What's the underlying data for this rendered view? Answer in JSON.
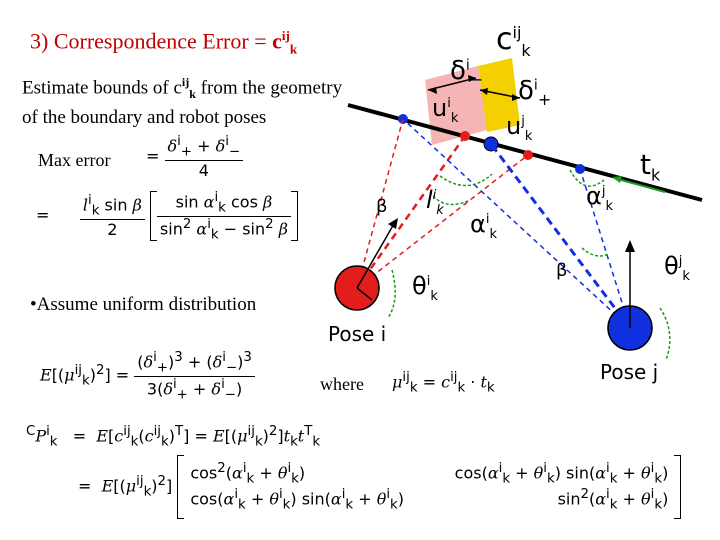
{
  "title": {
    "prefix": "3)  Correspondence Error = ",
    "c": "c",
    "sup": "ij",
    "sub": "k"
  },
  "subtitle": {
    "line1_a": "Estimate bounds of ",
    "c": "c",
    "sup": "ij",
    "sub": "k",
    "line1_b": " from the geometry",
    "line2": "of the boundary and robot poses"
  },
  "max_error_label": "Max error",
  "bullet": "Assume uniform distribution",
  "where_label": "where",
  "diagram": {
    "pose_i_label": "Pose i",
    "pose_j_label": "Pose j",
    "t_label": "t",
    "t_sub": "k",
    "c_label": "c",
    "c_sup": "ij",
    "c_sub": "k",
    "delta_minus": "δ",
    "delta_minus_sup": "i",
    "delta_minus_sub": "−",
    "delta_plus": "δ",
    "delta_plus_sup": "i",
    "delta_plus_sub": "+",
    "u_i": "u",
    "u_i_sup": "i",
    "u_i_sub": "k",
    "u_j": "u",
    "u_j_sup": "j",
    "u_j_sub": "k",
    "l_label": "l",
    "l_sup": "i",
    "l_sub": "k",
    "alpha_i": "α",
    "alpha_i_sup": "i",
    "alpha_i_sub": "k",
    "alpha_j": "α",
    "alpha_j_sup": "j",
    "alpha_j_sub": "k",
    "beta": "β",
    "theta_i": "θ",
    "theta_i_sup": "i",
    "theta_i_sub": "k",
    "theta_j": "θ",
    "theta_j_sup": "j",
    "theta_j_sub": "k",
    "colors": {
      "pose_i": "#e31c1c",
      "pose_j": "#1030e0",
      "line": "#000000",
      "green": "#1a9a1a",
      "pink": "#f5b5b5",
      "yellow": "#f5d000"
    }
  }
}
